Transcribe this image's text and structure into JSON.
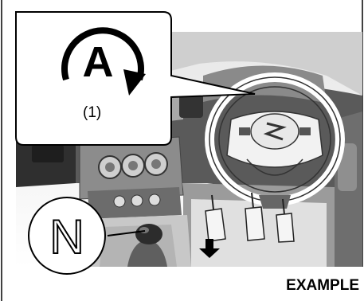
{
  "figure": {
    "example_label": "EXAMPLE",
    "callout_number": "(1)",
    "auto_stop_icon_letter": "A",
    "neutral_icon_letter": "N"
  }
}
